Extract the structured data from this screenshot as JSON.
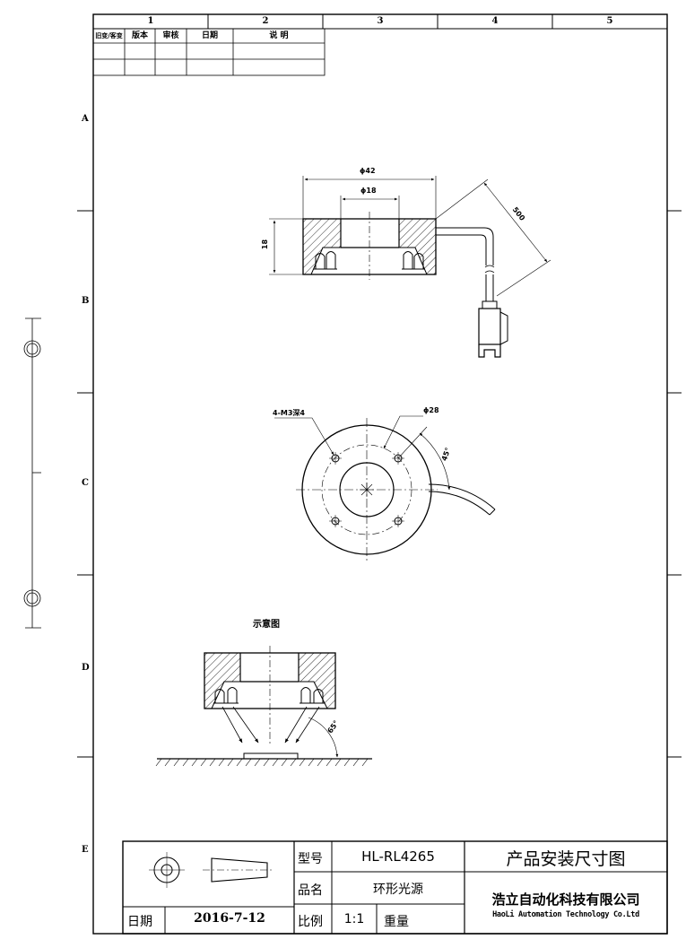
{
  "frame": {
    "columns": [
      "1",
      "2",
      "3",
      "4",
      "5"
    ],
    "rows": [
      "A",
      "B",
      "C",
      "D",
      "E"
    ]
  },
  "revision_table": {
    "headers": [
      "旧变/客变",
      "版本",
      "审核",
      "日期",
      "说 明"
    ]
  },
  "drawing": {
    "side_view": {
      "outer_diameter": "ϕ42",
      "inner_diameter": "ϕ18",
      "height": "18",
      "cable_length": "500"
    },
    "top_view": {
      "hole_spec": "4-M3深4",
      "hole_circle": "ϕ28",
      "angle": "45°"
    },
    "schematic": {
      "title": "示意图",
      "angle": "65°"
    }
  },
  "title_block": {
    "model_label": "型号",
    "model_value": "HL-RL4265",
    "name_label": "品名",
    "name_value": "环形光源",
    "date_label": "日期",
    "date_value": "2016-7-12",
    "scale_label": "比例",
    "scale_value": "1:1",
    "weight_label": "重量",
    "doc_title": "产品安装尺寸图",
    "company_cn": "浩立自动化科技有限公司",
    "company_en": "HaoLi Automation Technology Co.Ltd"
  }
}
